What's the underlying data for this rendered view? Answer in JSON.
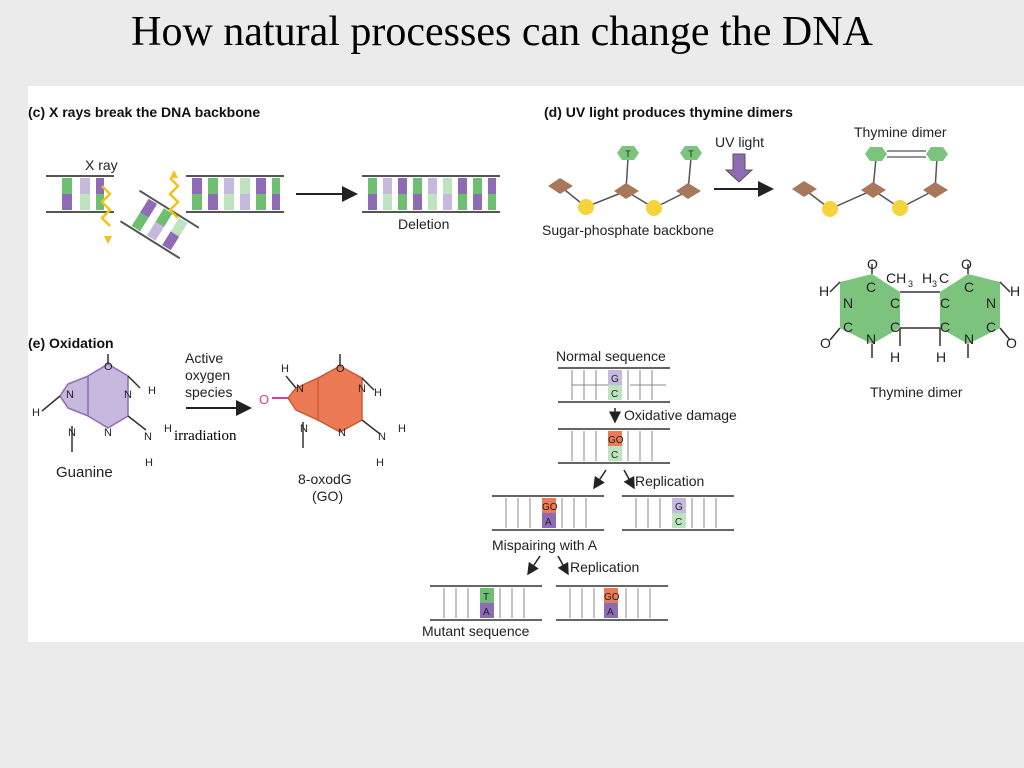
{
  "slide": {
    "title": "How natural processes can change the DNA"
  },
  "panel_c": {
    "heading": "(c)  X rays break the DNA backbone",
    "xray_label": "X ray",
    "result_label": "Deletion"
  },
  "panel_d": {
    "heading": "(d)  UV light produces thymine dimers",
    "uv_label": "UV light",
    "dimer_label": "Thymine dimer",
    "backbone_label": "Sugar-phosphate backbone",
    "base_letter": "T",
    "structure_label": "Thymine dimer",
    "ch3_left": "CH",
    "ch3_right": "H",
    "sub3": "3",
    "c_right_of_h3": "C"
  },
  "panel_e": {
    "heading": "(e)  Oxidation",
    "reagent_line1": "Active",
    "reagent_line2": "oxygen",
    "reagent_line3": "species",
    "annotation": "irradiation",
    "guanine_label": "Guanine",
    "product_line1": "8-oxodG",
    "product_line2": "(GO)"
  },
  "replication": {
    "normal_sequence": "Normal sequence",
    "oxidative_damage": "Oxidative damage",
    "replication_1": "Replication",
    "mispairing": "Mispairing with A",
    "replication_2": "Replication",
    "mutant_sequence": "Mutant sequence",
    "g": "G",
    "c": "C",
    "go": "GO",
    "a": "A",
    "t": "T"
  },
  "atoms": {
    "n": "N",
    "c": "C",
    "o": "O",
    "h": "H"
  },
  "colors": {
    "background": "#ebebeb",
    "purple": "#8e6bb5",
    "light_purple": "#c7b8de",
    "green": "#6fbf73",
    "light_green": "#bde3bf",
    "orange": "#ec7a54",
    "sugar": "#a8785a",
    "phosphate": "#f5d33c",
    "thymine_green": "#7cc47e"
  }
}
